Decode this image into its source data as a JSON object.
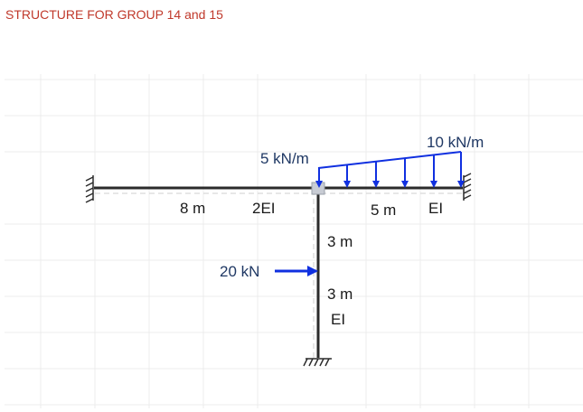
{
  "title": "STRUCTURE FOR GROUP 14 and 15",
  "colors": {
    "title": "#c0392b",
    "member": "#2b2b2b",
    "load": "#1030e0",
    "load_label": "#1f3864",
    "grid": "#ececec"
  },
  "labels": {
    "udl_left": "5 kN/m",
    "udl_right": "10 kN/m",
    "left_span_length": "8 m",
    "left_span_stiffness": "2EI",
    "right_span_length": "5 m",
    "right_span_stiffness": "EI",
    "column_upper_length": "3 m",
    "column_lower_length": "3 m",
    "column_stiffness": "EI",
    "point_load": "20 kN"
  },
  "icons": {
    "left_support": "fixed-support-hatch-icon",
    "right_support": "fixed-support-hatch-icon",
    "base_support": "fixed-support-hatch-icon",
    "joint": "rigid-joint-icon",
    "point_load": "arrow-right-icon",
    "udl": "arrow-down-icon"
  }
}
